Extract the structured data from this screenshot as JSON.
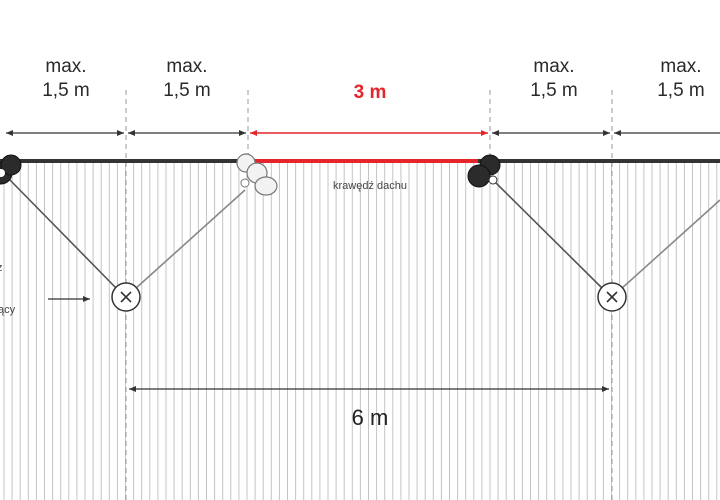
{
  "labels": {
    "seg1_top": "max.",
    "seg1_bottom": "1,5 m",
    "seg2_top": "max.",
    "seg2_bottom": "1,5 m",
    "center": "3 m",
    "seg3_top": "max.",
    "seg3_bottom": "1,5 m",
    "seg4_top": "max.",
    "seg4_bottom": "1,5 m",
    "roof_edge": "krawędź dachu",
    "bottom_span": "6 m",
    "left_partial_1": "z",
    "left_partial_2": "ący"
  },
  "colors": {
    "accent": "#e4262c",
    "line": "#333333",
    "panel_line": "#c4c4c4"
  },
  "icons": {
    "anchor": "anchor-x-icon",
    "dark_clamp": "dark-clamp-icon",
    "light_clamp": "light-clamp-icon"
  }
}
